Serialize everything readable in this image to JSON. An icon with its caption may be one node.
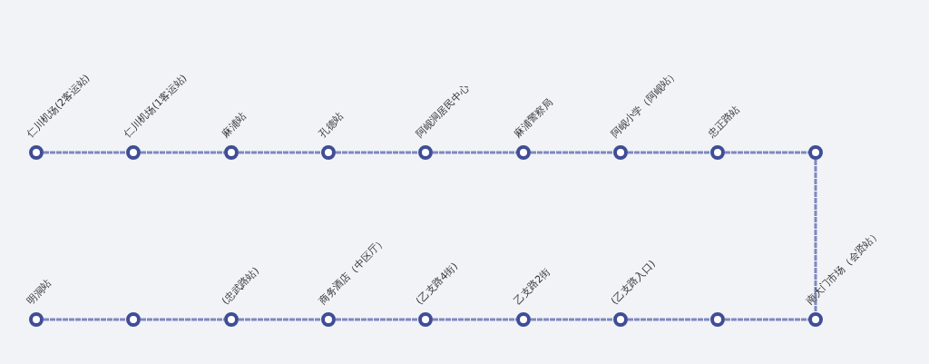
{
  "diagram": {
    "nodes": [
      {
        "text": [
          "仁川机场(2客运站)"
        ]
      },
      {
        "text": [
          "仁川机场(1客运站)"
        ]
      },
      {
        "text": [
          "麻浦站"
        ]
      },
      {
        "text": [
          "孔德站"
        ]
      },
      {
        "text": [
          "阿岘洞居民中心"
        ]
      },
      {
        "text": [
          "麻浦警察局"
        ]
      },
      {
        "text": [
          "阿岘小学（阿岘站）"
        ]
      },
      {
        "text": [
          "忠正路站"
        ]
      },
      {
        "text": [],
        "shape": "circle"
      },
      {
        "text": [
          "明洞站"
        ]
      },
      {
        "text": [],
        "shape": "circle"
      },
      {
        "text": [
          "(忠武路站)"
        ]
      },
      {
        "text": [
          "商务酒店（中区厅）"
        ]
      },
      {
        "text": [
          "(乙支路4街)"
        ]
      },
      {
        "text": [
          "乙支路2街"
        ]
      },
      {
        "text": [
          "(乙支路入口)"
        ]
      },
      {
        "text": [],
        "shape": "circle"
      },
      {
        "text": [
          "南大门市场（会贤站）"
        ]
      }
    ],
    "edges": [
      {
        "from": 0,
        "to": 1,
        "arrow": "none"
      },
      {
        "from": 1,
        "to": 2,
        "arrow": "none"
      },
      {
        "from": 2,
        "to": 3,
        "arrow": "none"
      },
      {
        "from": 3,
        "to": 4,
        "arrow": "none"
      },
      {
        "from": 4,
        "to": 5,
        "arrow": "none"
      },
      {
        "from": 5,
        "to": 6,
        "arrow": "none"
      },
      {
        "from": 6,
        "to": 7,
        "arrow": "none"
      },
      {
        "from": 7,
        "to": 8,
        "arrow": "none"
      },
      {
        "from": 8,
        "to": 17,
        "arrow": "none"
      },
      {
        "from": 9,
        "to": 10,
        "arrow": "none"
      },
      {
        "from": 10,
        "to": 11,
        "arrow": "none"
      },
      {
        "from": 11,
        "to": 12,
        "arrow": "none"
      },
      {
        "from": 12,
        "to": 13,
        "arrow": "none"
      },
      {
        "from": 13,
        "to": 14,
        "arrow": "none"
      },
      {
        "from": 14,
        "to": 15,
        "arrow": "none"
      },
      {
        "from": 15,
        "to": 16,
        "arrow": "none"
      },
      {
        "from": 16,
        "to": 17,
        "arrow": "none"
      }
    ]
  }
}
